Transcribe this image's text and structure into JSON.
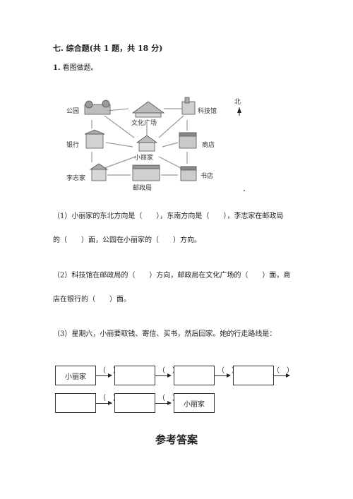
{
  "section_title": "七. 综合题(共 1 题，共 18 分)",
  "question": {
    "number": "1.",
    "text": "看图做题。"
  },
  "map": {
    "north_label": "北",
    "places": {
      "park": "公园",
      "culture_square": "文化广场",
      "tech_museum": "科技馆",
      "bank": "银行",
      "xiaoli_home": "小丽家",
      "shop": "商店",
      "lizhi_home": "李志家",
      "post_office": "邮政局",
      "bookstore": "书店"
    }
  },
  "sub_questions": {
    "q1_line1": "（1）小丽家的东北方向是（　　），东南方向是（　　），李志家在邮政局",
    "q1_line2": "的（　　）面，公园在小丽家的（　　）方向。",
    "q2_line1": "（2）科技馆在邮政局的（　　）方向，邮政局在文化广场的（　　）面，商",
    "q2_line2": "店在银行的（　　）面。",
    "q3_line1": "（3）星期六，小丽要取钱、寄信、买书，然后回家。她的行走路线是："
  },
  "route": {
    "start": "小丽家",
    "end": "小丽家",
    "paren": "（　）"
  },
  "answer_title": "参考答案"
}
